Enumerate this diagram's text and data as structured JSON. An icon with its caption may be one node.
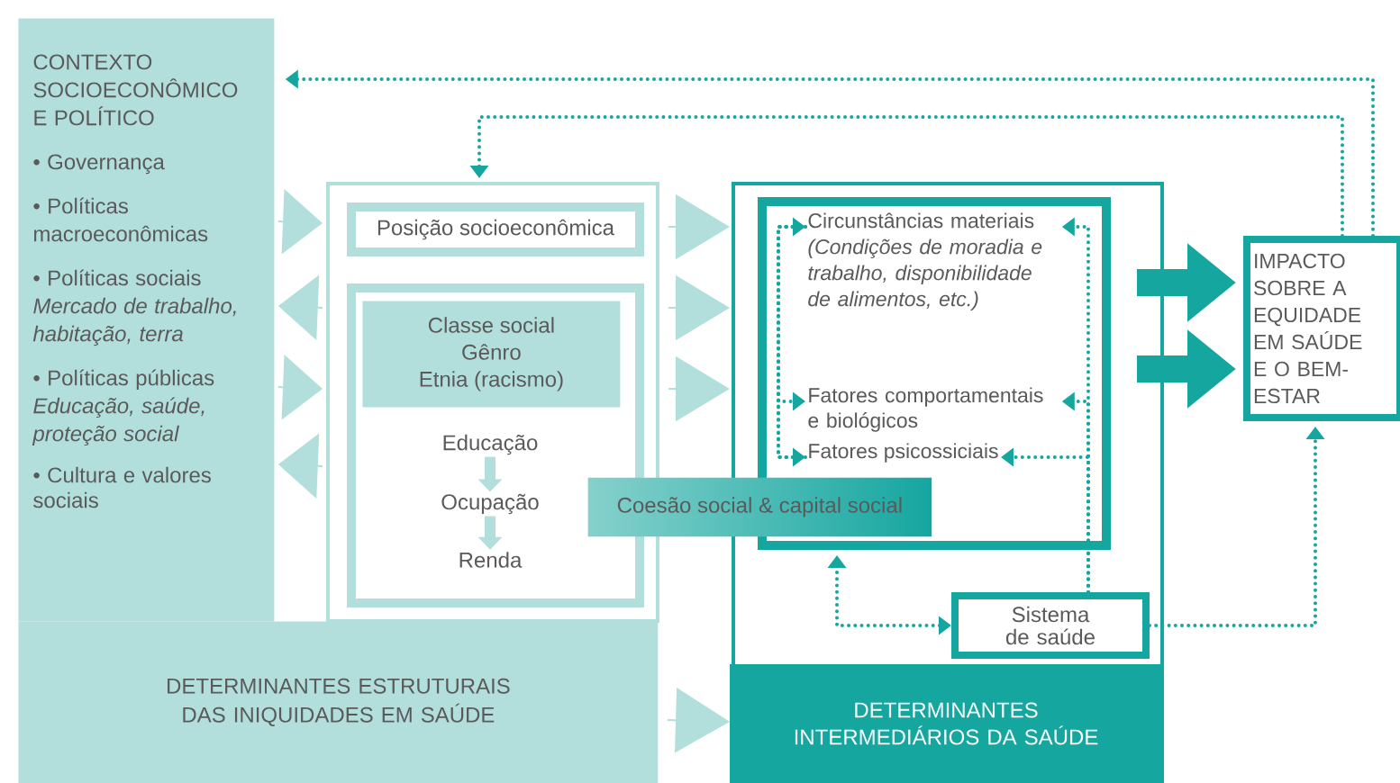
{
  "diagram": {
    "nodes": [
      {
        "text": [
          "CONTEXTO SOCIOECONÔMICO E POLÍTICO",
          "• Governança",
          "• Políticas macroeconômicas",
          "• Políticas sociais",
          "Mercado de trabalho, habitação, terra",
          "• Políticas públicas",
          "Educação, saúde, proteção social",
          "• Cultura e valores sociais"
        ]
      },
      {
        "text": [
          "DETERMINANTES ESTRUTURAIS DAS INIQUIDADES EM SAÚDE"
        ]
      },
      {
        "text": [],
        "shape": "box"
      },
      {
        "text": [
          "Posição socioeconômica"
        ],
        "in": 2
      },
      {
        "text": [],
        "shape": "box",
        "in": 2
      },
      {
        "text": [
          "Classe social",
          "Gênro",
          "Etnia (racismo)"
        ],
        "in": 4
      },
      {
        "text": [
          "Educação"
        ],
        "in": 4
      },
      {
        "text": [
          "Ocupação"
        ],
        "in": 4
      },
      {
        "text": [
          "Renda"
        ],
        "in": 4
      },
      {
        "text": [
          "DETERMINANTES INTERMEDIÁRIOS DA SAÚDE"
        ]
      },
      {
        "text": [],
        "shape": "box",
        "in": 9
      },
      {
        "text": [
          "Circunstâncias materiais",
          "(Condições de moradia e trabalho, disponibilidade de alimentos, etc.)"
        ],
        "in": 10
      },
      {
        "text": [
          "Fatores comportamentais e biológicos"
        ],
        "in": 10
      },
      {
        "text": [
          "Fatores psicossiciais"
        ],
        "in": 10
      },
      {
        "text": [
          "Coesão social & capital social"
        ]
      },
      {
        "text": [
          "Sistema de saúde"
        ],
        "in": 9
      },
      {
        "text": [
          "IMPACTO SOBRE A EQUIDADE EM SAÚDE E O BEM-ESTAR"
        ]
      }
    ],
    "edges": [
      {
        "from": 16,
        "to": 0,
        "arrow": "to",
        "style": "dashed",
        "color": "#16a6a0"
      },
      {
        "from": 16,
        "to": 2,
        "arrow": "to",
        "style": "dashed",
        "color": "#16a6a0"
      },
      {
        "from": 0,
        "to": 2,
        "arrow": "to",
        "color": "#b2dfdb"
      },
      {
        "from": 2,
        "to": 0,
        "arrow": "to",
        "color": "#b2dfdb"
      },
      {
        "from": 0,
        "to": 2,
        "arrow": "to",
        "color": "#b2dfdb"
      },
      {
        "from": 2,
        "to": 0,
        "arrow": "to",
        "color": "#b2dfdb"
      },
      {
        "from": 2,
        "to": 9,
        "arrow": "to",
        "color": "#b2dfdb"
      },
      {
        "from": 2,
        "to": 9,
        "arrow": "to",
        "color": "#b2dfdb"
      },
      {
        "from": 2,
        "to": 9,
        "arrow": "to",
        "color": "#b2dfdb"
      },
      {
        "from": 1,
        "to": 9,
        "arrow": "to",
        "color": "#b2dfdb"
      },
      {
        "from": 6,
        "to": 7,
        "arrow": "to",
        "style": "thick",
        "color": "#b2dfdb"
      },
      {
        "from": 7,
        "to": 8,
        "arrow": "to",
        "style": "thick",
        "color": "#b2dfdb"
      },
      {
        "from": 9,
        "to": 16,
        "arrow": "to",
        "style": "thick",
        "color": "#16a6a0"
      },
      {
        "from": 9,
        "to": 16,
        "arrow": "to",
        "style": "thick",
        "color": "#16a6a0"
      },
      {
        "from": 15,
        "to": 11,
        "arrow": "to",
        "style": "dashed",
        "color": "#16a6a0"
      },
      {
        "from": 15,
        "to": 12,
        "arrow": "to",
        "style": "dashed",
        "color": "#16a6a0"
      },
      {
        "from": 15,
        "to": 13,
        "arrow": "to",
        "style": "dashed",
        "color": "#16a6a0"
      },
      {
        "from": 13,
        "to": 11,
        "arrow": "to",
        "style": "dashed",
        "color": "#16a6a0"
      },
      {
        "from": 11,
        "to": 12,
        "arrow": "to",
        "style": "dashed",
        "color": "#16a6a0"
      },
      {
        "from": 11,
        "to": 13,
        "arrow": "to",
        "style": "dashed",
        "color": "#16a6a0"
      },
      {
        "from": 15,
        "to": 10,
        "arrow": "both",
        "style": "dashed",
        "color": "#16a6a0"
      },
      {
        "from": 15,
        "to": 16,
        "arrow": "to",
        "style": "dashed",
        "color": "#16a6a0"
      }
    ]
  }
}
